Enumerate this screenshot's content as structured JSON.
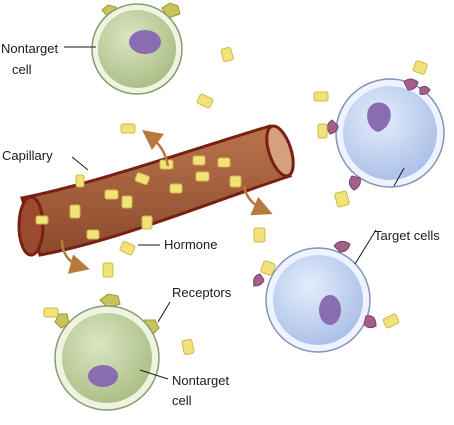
{
  "labels": {
    "nontarget_top_line1": "Nontarget",
    "nontarget_top_line2": "cell",
    "capillary": "Capillary",
    "hormone": "Hormone",
    "target_cells": "Target cells",
    "receptors": "Receptors",
    "nontarget_bottom_line1": "Nontarget",
    "nontarget_bottom_line2": "cell"
  },
  "colors": {
    "capillary_fill": "#a8623f",
    "capillary_edge": "#7a1f14",
    "lumen": "#c98a64",
    "hormone_fill": "#f2e27a",
    "hormone_edge": "#cdb84a",
    "nontarget_cytoplasm": "#c6d6a6",
    "nontarget_membrane": "#eef3e2",
    "nucleus": "#8a6cb3",
    "target_cytoplasm": "#c8d8f4",
    "target_membrane": "#eef3ff",
    "target_receptor": "#a46088",
    "nontarget_receptor": "#c8c45c",
    "arrow": "#b77a3d"
  },
  "icons": {
    "hormone": "yellow-rounded-rectangle",
    "receptor_target": "magenta-cup",
    "receptor_nontarget": "olive-knob"
  }
}
